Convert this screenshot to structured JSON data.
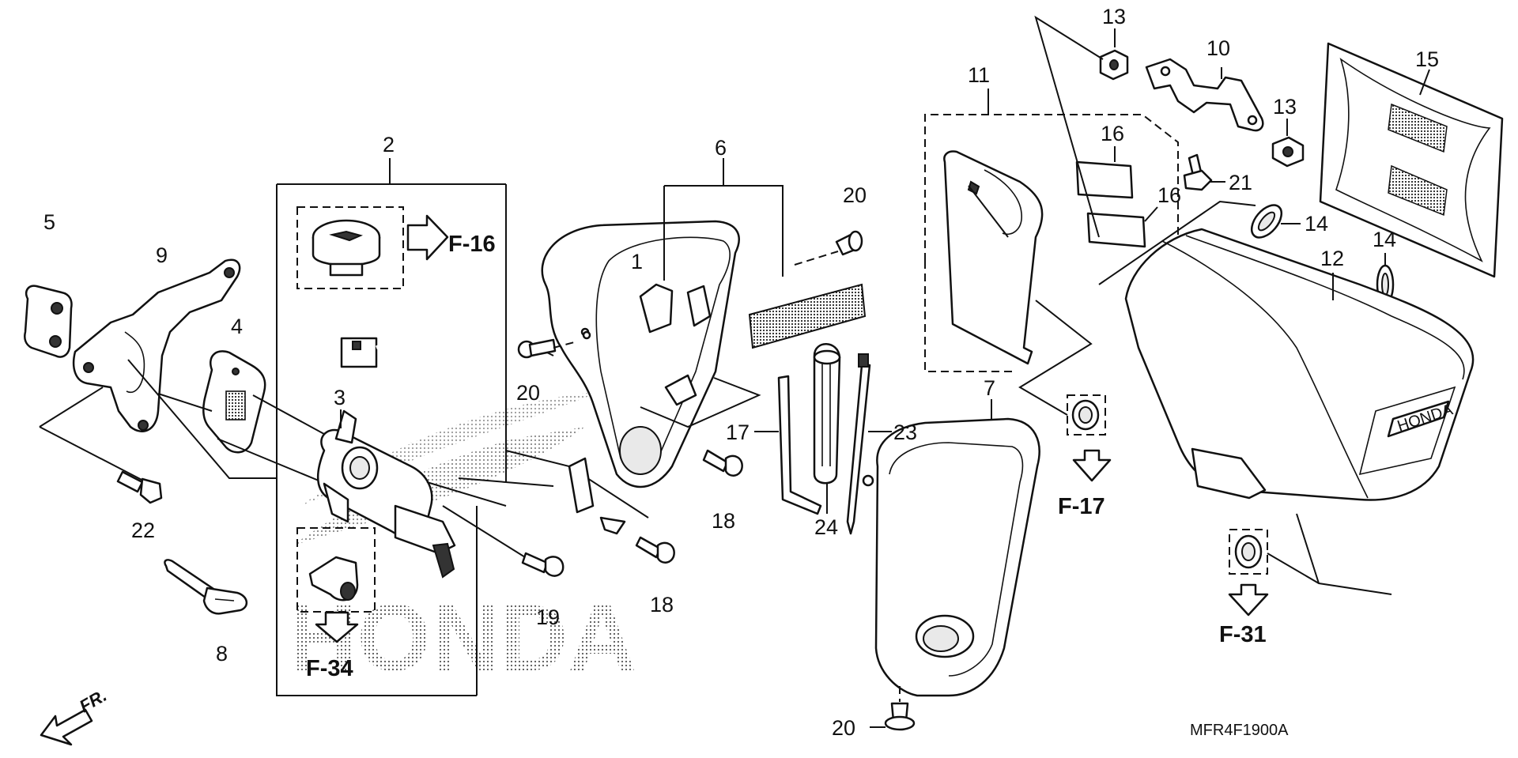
{
  "callouts": {
    "n1": "1",
    "n2": "2",
    "n3": "3",
    "n4": "4",
    "n5": "5",
    "n6": "6",
    "n7": "7",
    "n8": "8",
    "n9": "9",
    "n10": "10",
    "n11": "11",
    "n12": "12",
    "n13a": "13",
    "n13b": "13",
    "n14a": "14",
    "n14b": "14",
    "n15": "15",
    "n16a": "16",
    "n16b": "16",
    "n17": "17",
    "n18a": "18",
    "n18b": "18",
    "n19": "19",
    "n20a": "20",
    "n20b": "20",
    "n20c": "20",
    "n21": "21",
    "n22": "22",
    "n23": "23",
    "n24": "24"
  },
  "references": {
    "f16": "F-16",
    "f17": "F-17",
    "f31": "F-31",
    "f34": "F-34"
  },
  "front_marker": "FR.",
  "watermark": "HONDA",
  "emblem": "HONDA",
  "diagram_code": "MFR4F1900A",
  "colors": {
    "ink": "#111111",
    "paper": "#ffffff"
  }
}
